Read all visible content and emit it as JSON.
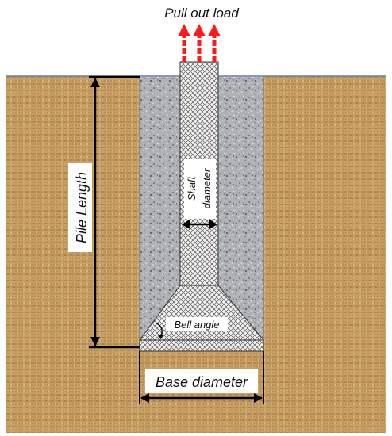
{
  "labels": {
    "pull_out_load": "Pull out load",
    "pile_length": "Pile Length",
    "shaft": "Shaft",
    "diameter": "diameter",
    "bell_angle": "Bell angle",
    "base_diameter": "Base diameter"
  },
  "colors": {
    "soil": "#c49a5e",
    "soil_dark": "#9c733d",
    "soil_light": "#dcbb85",
    "grout": "#aeb1b5",
    "pile": "#f2f2f2",
    "hatch": "#555555",
    "arrow_red": "#ff1a1a",
    "outline": "#5b7fa6",
    "dimension": "#000000"
  }
}
